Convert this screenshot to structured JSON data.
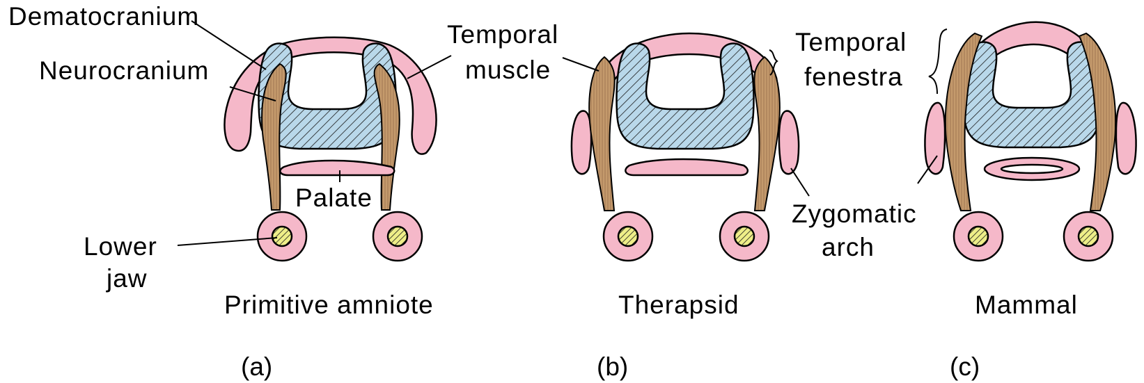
{
  "labels": {
    "dermatocranium": "Dematocranium",
    "neurocranium": "Neurocranium",
    "palate": "Palate",
    "lower_jaw_line1": "Lower",
    "lower_jaw_line2": "jaw",
    "temporal_muscle_line1": "Temporal",
    "temporal_muscle_line2": "muscle",
    "temporal_fenestra_line1": "Temporal",
    "temporal_fenestra_line2": "fenestra",
    "zygomatic_arch_line1": "Zygomatic",
    "zygomatic_arch_line2": "arch"
  },
  "panels": [
    {
      "caption": "Primitive amniote",
      "letter": "(a)"
    },
    {
      "caption": "Therapsid",
      "letter": "(b)"
    },
    {
      "caption": "Mammal",
      "letter": "(c)"
    }
  ],
  "colors": {
    "bone_pink": "#f5b8c9",
    "neurocranium_blue": "#b9d8ea",
    "muscle_brown": "#c49a6c",
    "jaw_yellow": "#eeee88",
    "outline": "#000000"
  }
}
